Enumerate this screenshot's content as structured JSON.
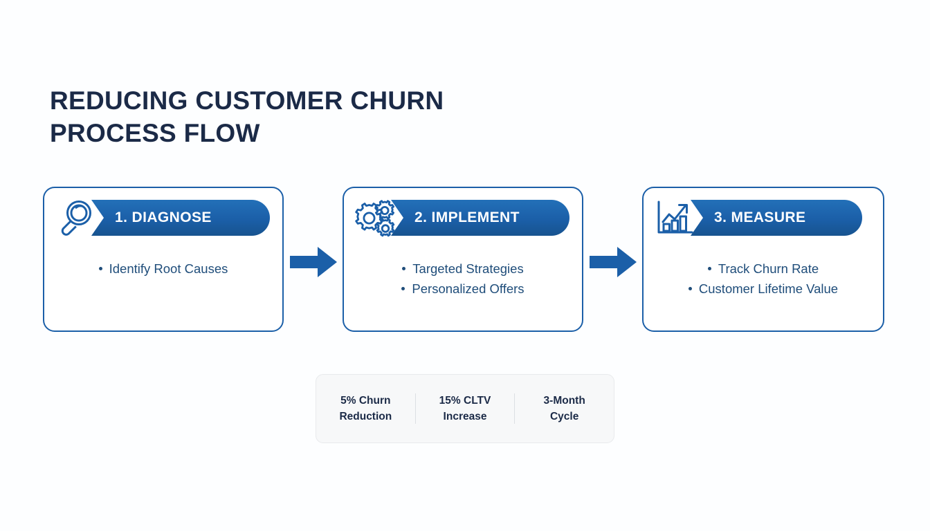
{
  "title": {
    "line1": "REDUCING CUSTOMER CHURN",
    "line2": "PROCESS FLOW"
  },
  "colors": {
    "ribbon_blue": "#1b5fa8",
    "arrow_blue": "#1b5fa8",
    "card_border": "#1b5fa8",
    "title_navy": "#1b2a47",
    "bullet_text": "#1f4d7a",
    "stats_fill": "#f7f8f9",
    "background": "#fdfeff"
  },
  "steps": [
    {
      "icon": "magnifier-icon",
      "label": "1. DIAGNOSE",
      "bullets": [
        "Identify Root Causes"
      ]
    },
    {
      "icon": "gears-icon",
      "label": "2. IMPLEMENT",
      "bullets": [
        "Targeted Strategies",
        "Personalized Offers"
      ]
    },
    {
      "icon": "bar-chart-growth-icon",
      "label": "3. MEASURE",
      "bullets": [
        "Track Churn Rate",
        "Customer Lifetime Value"
      ]
    }
  ],
  "connectors": [
    {
      "icon": "right-arrow-icon"
    },
    {
      "icon": "right-arrow-icon"
    }
  ],
  "stats": [
    {
      "line1": "5% Churn",
      "line2": "Reduction"
    },
    {
      "line1": "15% CLTV",
      "line2": "Increase"
    },
    {
      "line1": "3-Month",
      "line2": "Cycle"
    }
  ]
}
